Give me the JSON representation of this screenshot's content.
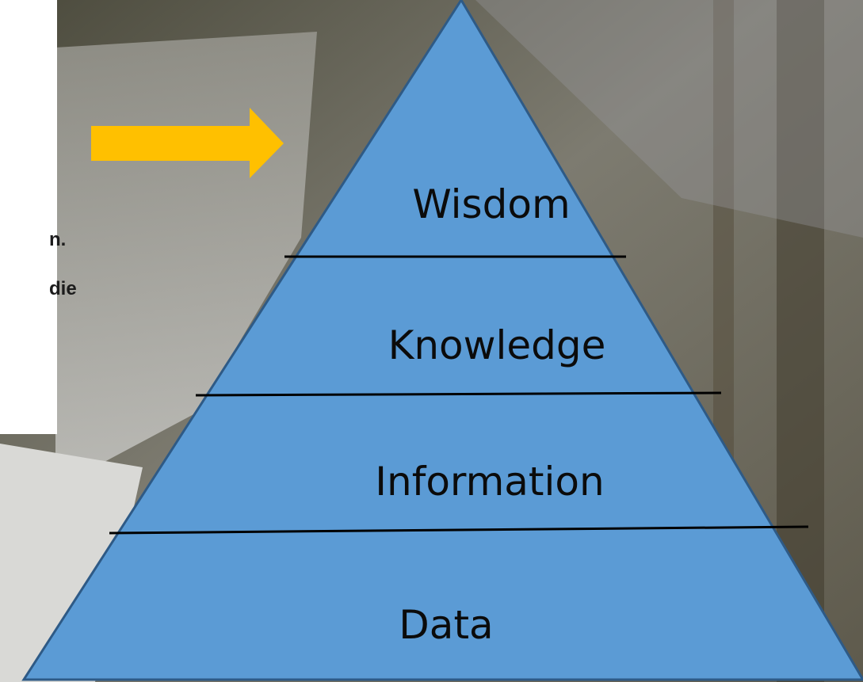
{
  "pyramid": {
    "levels": [
      {
        "label": "Wisdom"
      },
      {
        "label": "Knowledge"
      },
      {
        "label": "Information"
      },
      {
        "label": "Data"
      }
    ],
    "fill_color": "#5b9bd5",
    "outline_color": "#2e5a86",
    "divider_color": "#000000"
  },
  "callout": {
    "arrow_color": "#ffc000",
    "arrow_icon": "right-arrow-icon"
  },
  "background_note": {
    "visible_fragments": [
      "n.",
      "die"
    ],
    "panel_color": "#ffffff"
  }
}
